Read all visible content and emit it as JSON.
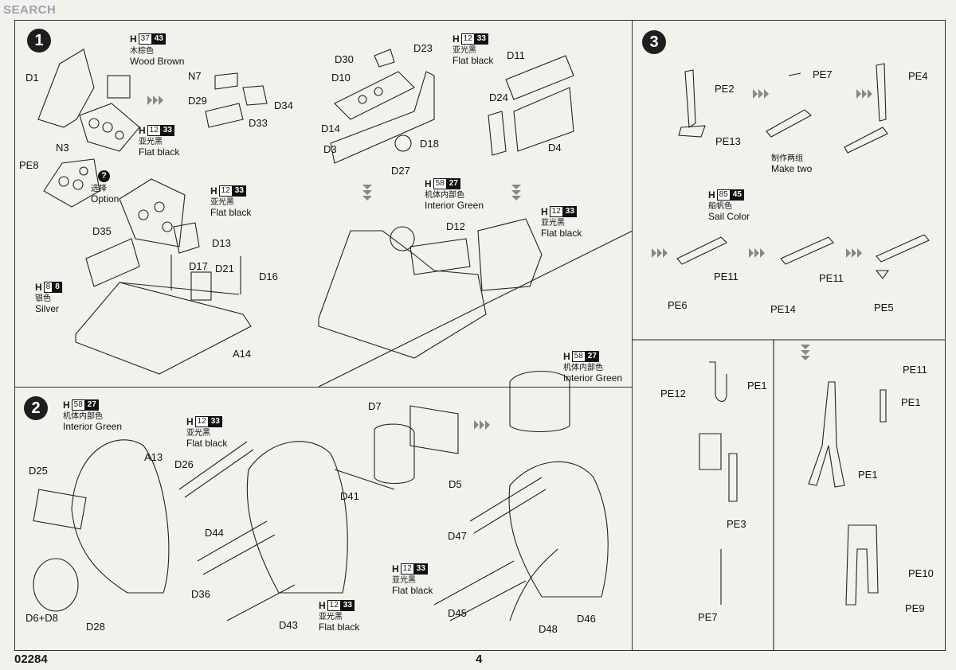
{
  "watermark": "SEARCH",
  "page_number": "4",
  "catalog_number": "02284",
  "steps": {
    "s1": "1",
    "s2": "2",
    "s3": "3"
  },
  "paints": {
    "wood_brown": {
      "h": "H",
      "c1": "37",
      "c2": "43",
      "cn": "木棕色",
      "en": "Wood Brown"
    },
    "flat_black": {
      "h": "H",
      "c1": "12",
      "c2": "33",
      "cn": "亚光黑",
      "en": "Flat black"
    },
    "silver": {
      "h": "H",
      "c1": "8",
      "c2": "8",
      "cn": "银色",
      "en": "Silver"
    },
    "interior_green": {
      "h": "H",
      "c1": "58",
      "c2": "27",
      "cn": "机体内部色",
      "en": "Interior Green"
    },
    "sail_color": {
      "h": "H",
      "c1": "85",
      "c2": "45",
      "cn": "船帆色",
      "en": "Sail Color"
    }
  },
  "option": {
    "cn": "选择",
    "en": "Option",
    "mark": "?"
  },
  "make_two": {
    "cn": "制作两组",
    "en": "Make two"
  },
  "parts": {
    "D1": "D1",
    "N3": "N3",
    "PE8": "PE8",
    "N7": "N7",
    "D29": "D29",
    "D34": "D34",
    "D33": "D33",
    "D35": "D35",
    "D13": "D13",
    "D17": "D17",
    "D21": "D21",
    "D16": "D16",
    "A14": "A14",
    "D30": "D30",
    "D23": "D23",
    "D11": "D11",
    "D10": "D10",
    "D24": "D24",
    "D14": "D14",
    "D3": "D3",
    "D18": "D18",
    "D4": "D4",
    "D27": "D27",
    "D12": "D12",
    "PE2": "PE2",
    "PE7": "PE7",
    "PE4": "PE4",
    "PE13": "PE13",
    "PE11": "PE11",
    "PE6": "PE6",
    "PE14": "PE14",
    "PE5": "PE5",
    "PE12": "PE12",
    "PE1": "PE1",
    "PE3": "PE3",
    "PE10": "PE10",
    "PE9": "PE9",
    "D25": "D25",
    "A13": "A13",
    "D26": "D26",
    "D7": "D7",
    "D5": "D5",
    "D41": "D41",
    "D44": "D44",
    "D36": "D36",
    "D43": "D43",
    "D6D8": "D6+D8",
    "D28": "D28",
    "D47": "D47",
    "D45": "D45",
    "D48": "D48",
    "D46": "D46"
  },
  "icons": {
    "step_marker": "filled-circle",
    "direction": "triple-chevron-arrow"
  },
  "colors": {
    "ink": "#1a1a1a",
    "paper": "#f3f1ec",
    "chip_dark": "#111111"
  }
}
